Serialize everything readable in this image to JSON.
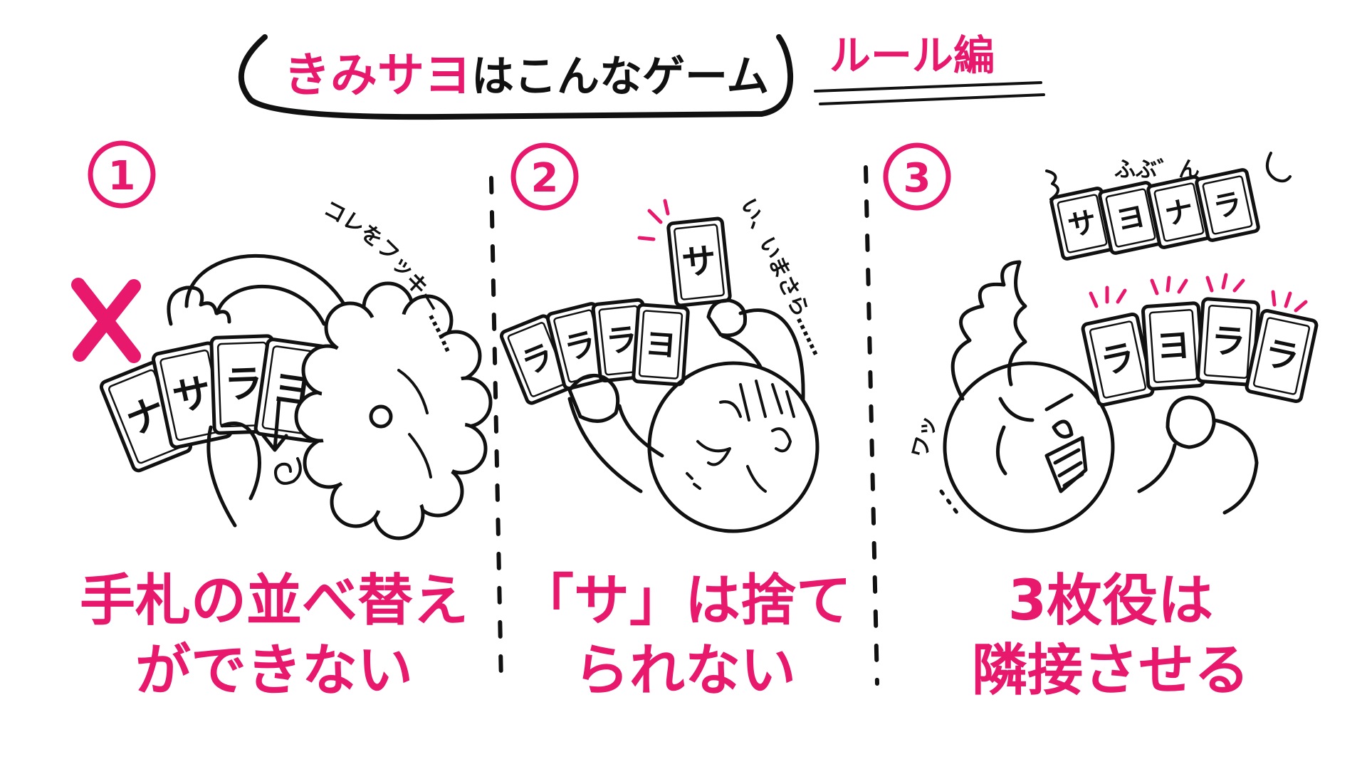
{
  "header": {
    "title_highlight": "きみサヨ",
    "title_rest": "はこんなゲーム",
    "subtitle": "ルール編"
  },
  "panels": [
    {
      "number": "1",
      "caption_line1": "手札の並べ替え",
      "caption_line2": "ができない",
      "cards": [
        "ナ",
        "サ",
        "ラ",
        "ヨ"
      ],
      "speech": "コレをフッキー……"
    },
    {
      "number": "2",
      "caption_line1": "「サ」は捨て",
      "caption_line2": "られない",
      "hand_cards": [
        "ラ",
        "ラ",
        "ラ",
        "ヨ"
      ],
      "raised_card": "サ",
      "speech": "い、いまさら……"
    },
    {
      "number": "3",
      "caption_line1": "3枚役は",
      "caption_line2": "隣接させる",
      "table_cards": [
        "サ",
        "ヨ",
        "ナ",
        "ラ"
      ],
      "hand_cards": [
        "ラ",
        "ヨ",
        "ラ",
        "ラ"
      ],
      "speech_top": "ふぶ゛ん",
      "speech_side": "ワッ"
    }
  ],
  "colors": {
    "accent": "#e8186d",
    "ink": "#111111",
    "background": "#ffffff"
  },
  "icons": {
    "wrong_mark": "cross-icon"
  }
}
